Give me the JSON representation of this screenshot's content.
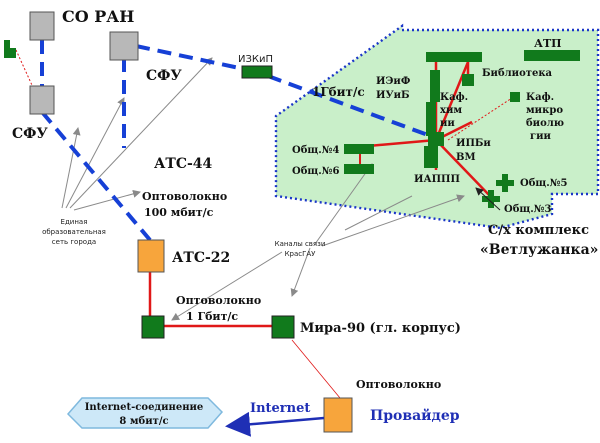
{
  "colors": {
    "fiber_dashed": "#1640d6",
    "red_link": "#e01818",
    "campus_fill": "#c9efc9",
    "campus_border": "#1a36c8",
    "node_gray": "#b8b8b8",
    "node_orange": "#f7a53c",
    "node_green": "#117a1c",
    "internet_box": "#cde8f8"
  },
  "labels": {
    "so_ran": "СО РАН",
    "sfu_left": "СФУ",
    "sfu_top": "СФУ",
    "izkip": "ИЗКиП",
    "gbit_dash": "1Гбит/с",
    "atp": "АТП",
    "library": "Библиотека",
    "iejf": "ИЭиФ",
    "iuib": "ИУиБ",
    "kaf_him_1": "Каф.",
    "kaf_him_2": "хим",
    "kaf_him_3": "ии",
    "kaf_micro_1": "Каф.",
    "kaf_micro_2": "микро",
    "kaf_micro_3": "биолю",
    "kaf_micro_3b": "гии",
    "ipbivm_1": "ИПБи",
    "ipbivm_2": "ВМ",
    "obsh4": "Общ.№4",
    "obsh6": "Общ.№6",
    "iappp": "ИАППП",
    "obsh5": "Общ.№5",
    "obsh3": "Общ.№3",
    "campus_1": "С/х комплекс",
    "campus_2": "«Ветлужанка»",
    "ats44": "АТС-44",
    "fiber100_1": "Оптоволокно",
    "fiber100_2": "100 мбит/с",
    "city_net_1": "Единая",
    "city_net_2": "образовательная",
    "city_net_3": "сеть города",
    "ats22": "АТС-22",
    "krasgau_1": "Каналы связи",
    "krasgau_2": "КрасГАУ",
    "fiber1g_1": "Оптоволокно",
    "fiber1g_2": "1 Гбит/с",
    "mira90": "Мира-90 (гл. корпус)",
    "fiber_bottom": "Оптоволокно",
    "internet_box_1": "Internet-соединение",
    "internet_box_2": "8 мбит/с",
    "internet": "Internet",
    "provider": "Провайдер"
  }
}
